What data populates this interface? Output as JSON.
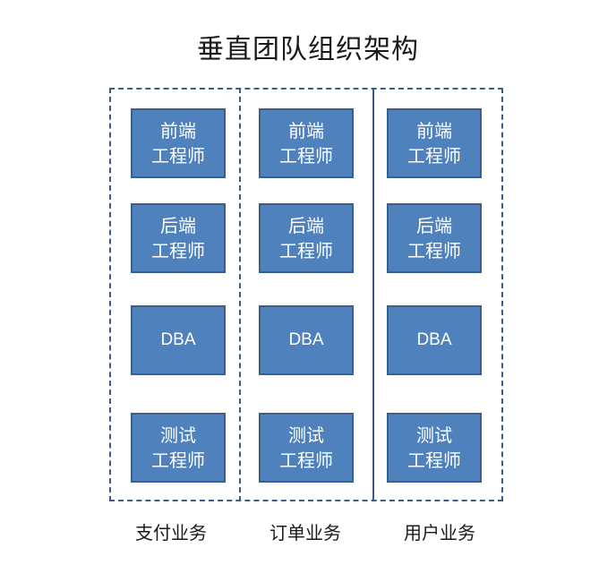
{
  "title": "垂直团队组织架构",
  "columns": [
    {
      "label": "支付业务",
      "roles": [
        {
          "line1": "前端",
          "line2": "工程师"
        },
        {
          "line1": "后端",
          "line2": "工程师"
        },
        {
          "line1": "DBA",
          "line2": ""
        },
        {
          "line1": "测试",
          "line2": "工程师"
        }
      ]
    },
    {
      "label": "订单业务",
      "roles": [
        {
          "line1": "前端",
          "line2": "工程师"
        },
        {
          "line1": "后端",
          "line2": "工程师"
        },
        {
          "line1": "DBA",
          "line2": ""
        },
        {
          "line1": "测试",
          "line2": "工程师"
        }
      ]
    },
    {
      "label": "用户业务",
      "roles": [
        {
          "line1": "前端",
          "line2": "工程师"
        },
        {
          "line1": "后端",
          "line2": "工程师"
        },
        {
          "line1": "DBA",
          "line2": ""
        },
        {
          "line1": "测试",
          "line2": "工程师"
        }
      ]
    }
  ],
  "colors": {
    "box_fill": "#4f81bd",
    "box_border": "#3a5f8f",
    "frame_border": "#3f5a85",
    "box_text": "#ffffff"
  }
}
